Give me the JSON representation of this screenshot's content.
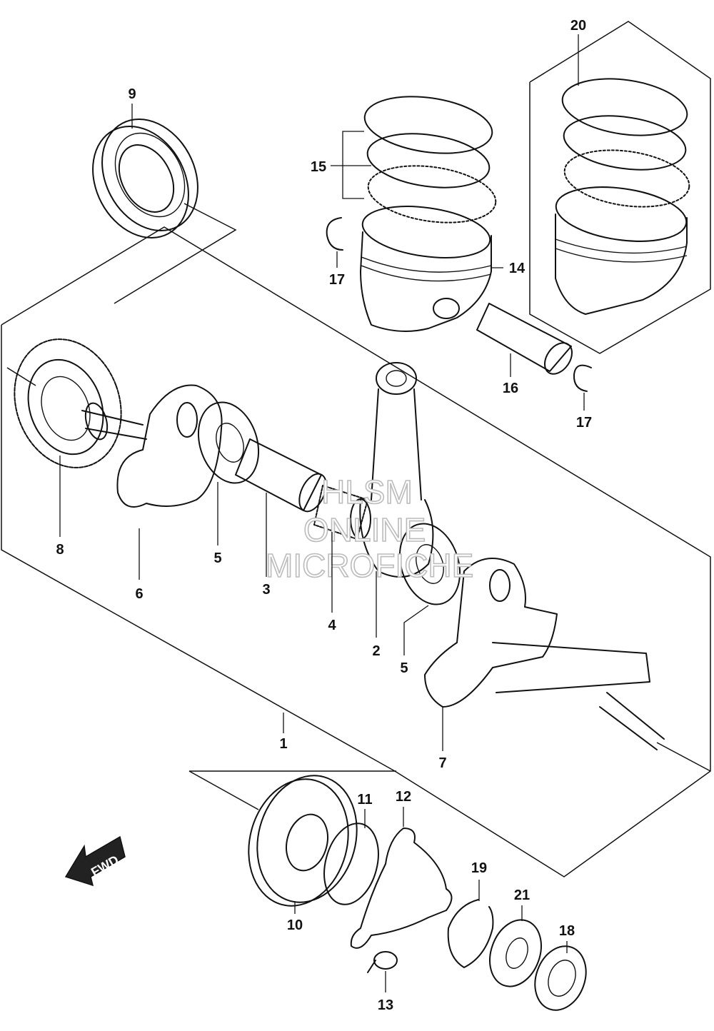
{
  "diagram": {
    "callouts": [
      "1",
      "2",
      "3",
      "4",
      "5",
      "5",
      "6",
      "7",
      "8",
      "9",
      "10",
      "11",
      "12",
      "13",
      "14",
      "15",
      "16",
      "17",
      "17",
      "18",
      "19",
      "20",
      "21"
    ],
    "watermark": [
      "HLSM",
      "ONLINE",
      "MICROFICHE"
    ],
    "fwd_label": "FWD"
  }
}
